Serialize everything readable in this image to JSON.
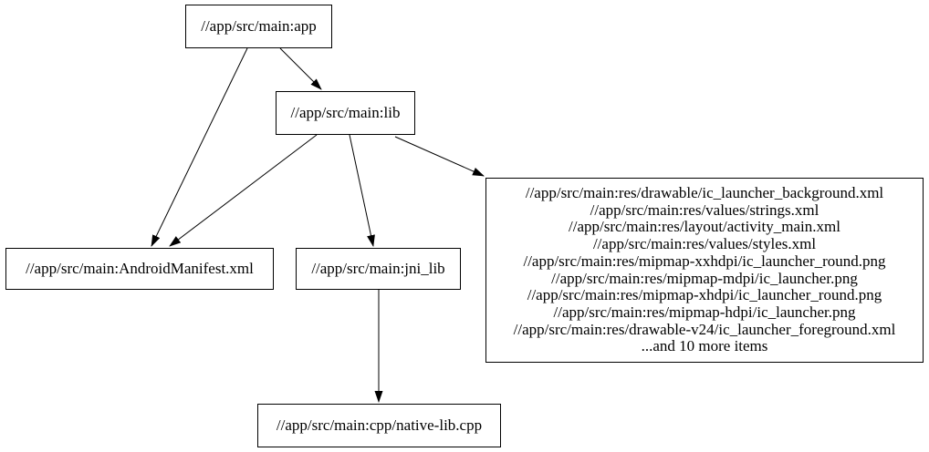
{
  "colors": {
    "background": "#ffffff",
    "node_border": "#000000",
    "edge": "#000000",
    "text": "#000000"
  },
  "graph": {
    "type": "dependency-graph",
    "nodes": [
      {
        "id": "app",
        "label": "//app/src/main:app"
      },
      {
        "id": "lib",
        "label": "//app/src/main:lib"
      },
      {
        "id": "android_manifest",
        "label": "//app/src/main:AndroidManifest.xml"
      },
      {
        "id": "jni_lib",
        "label": "//app/src/main:jni_lib"
      },
      {
        "id": "res_group",
        "lines": [
          "//app/src/main:res/drawable/ic_launcher_background.xml",
          "//app/src/main:res/values/strings.xml",
          "//app/src/main:res/layout/activity_main.xml",
          "//app/src/main:res/values/styles.xml",
          "//app/src/main:res/mipmap-xxhdpi/ic_launcher_round.png",
          "//app/src/main:res/mipmap-mdpi/ic_launcher.png",
          "//app/src/main:res/mipmap-xhdpi/ic_launcher_round.png",
          "//app/src/main:res/mipmap-hdpi/ic_launcher.png",
          "//app/src/main:res/drawable-v24/ic_launcher_foreground.xml",
          "...and 10 more items"
        ]
      },
      {
        "id": "native_lib",
        "label": "//app/src/main:cpp/native-lib.cpp"
      }
    ],
    "edges": [
      {
        "from": "app",
        "to": "lib"
      },
      {
        "from": "app",
        "to": "android_manifest"
      },
      {
        "from": "lib",
        "to": "android_manifest"
      },
      {
        "from": "lib",
        "to": "jni_lib"
      },
      {
        "from": "lib",
        "to": "res_group"
      },
      {
        "from": "jni_lib",
        "to": "native_lib"
      }
    ]
  }
}
